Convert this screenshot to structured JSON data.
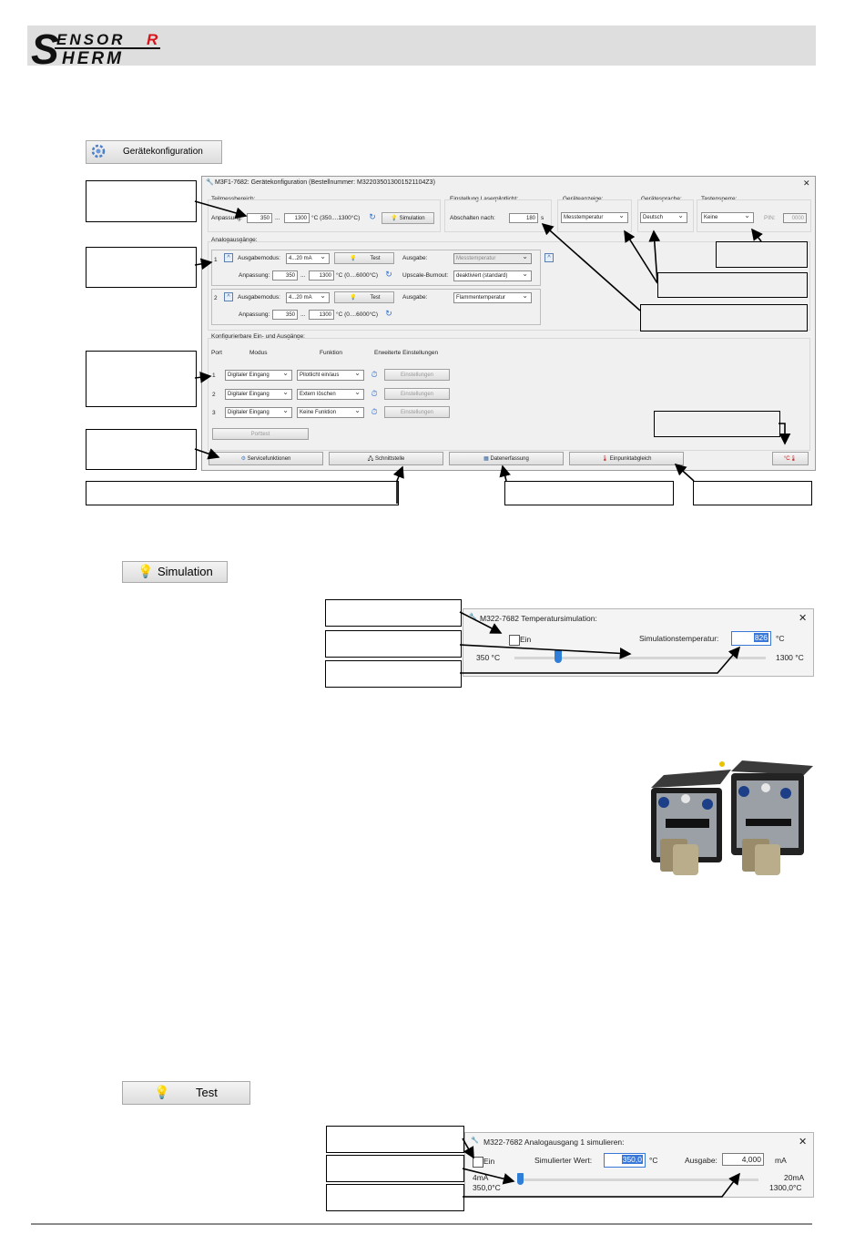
{
  "logo": {
    "line1": "ENSOR",
    "line2": "HERM",
    "initial": "S",
    "accent_letter": "R",
    "accent_color": "#d7161c"
  },
  "geraetekonfiguration_button": {
    "label": "Gerätekonfiguration",
    "icon": "gear-icon"
  },
  "config_window": {
    "title": "M3F1-7682: Gerätekonfiguration (Bestellnummer: M322035013001521104Z3)",
    "close": "✕",
    "teilmessbereich": {
      "group": "Teilmessbereich:",
      "label": "Anpassung:",
      "from": "350",
      "sep": "...",
      "to": "1300",
      "range": "°C (350....1300°C)",
      "simulation": "Simulation"
    },
    "laserpilotlicht": {
      "group": "Einstellung Laserpilotlicht:",
      "label": "Abschalten nach:",
      "value": "180",
      "unit": "s"
    },
    "geraeteanzeige": {
      "group": "Geräteanzeige:",
      "value": "Messtemperatur"
    },
    "geraetesprache": {
      "group": "Gerätesprache:",
      "value": "Deutsch"
    },
    "tastensperre": {
      "group": "Tastensperre:",
      "value": "Keine",
      "pin_label": "PIN:",
      "pin_value": "0000"
    },
    "analog": {
      "group": "Analogausgänge:",
      "outputs": [
        {
          "num": "1",
          "mode_label": "Ausgabemodus:",
          "mode": "4...20 mA",
          "test": "Test",
          "out_label": "Ausgabe:",
          "out": "Messtemperatur",
          "adj_label": "Anpassung:",
          "from": "350",
          "sep": "...",
          "to": "1300",
          "range": "°C (0....6000°C)",
          "burnout_label": "Upscale-Burnout:",
          "burnout": "deaktiviert (standard)"
        },
        {
          "num": "2",
          "mode_label": "Ausgabemodus:",
          "mode": "4...20 mA",
          "test": "Test",
          "out_label": "Ausgabe:",
          "out": "Flammentemperatur",
          "adj_label": "Anpassung:",
          "from": "350",
          "sep": "...",
          "to": "1300",
          "range": "°C (0....6000°C)"
        }
      ]
    },
    "io": {
      "group": "Konfigurierbare Ein- und Ausgänge:",
      "headers": [
        "Port",
        "Modus",
        "Funktion",
        "Erweiterte Einstellungen"
      ],
      "rows": [
        {
          "port": "1",
          "mode": "Digitaler Eingang",
          "func": "Pilotlicht ein/aus",
          "settings": "Einstellungen"
        },
        {
          "port": "2",
          "mode": "Digitaler Eingang",
          "func": "Extern löschen",
          "settings": "Einstellungen"
        },
        {
          "port": "3",
          "mode": "Digitaler Eingang",
          "func": "Keine Funktion",
          "settings": "Einstellungen"
        }
      ],
      "porttest": "Porttest"
    },
    "bottom_buttons": [
      "Servicefunktionen",
      "Schnittstelle",
      "Datenerfassung",
      "Einpunktabgleich"
    ],
    "unit_button": "°C"
  },
  "simulation_button": {
    "label": "Simulation"
  },
  "temp_sim_dialog": {
    "title": "M322-7682 Temperatursimulation:",
    "close": "✕",
    "checkbox": "Ein",
    "temp_label": "Simulationstemperatur:",
    "temp_value": "826",
    "unit": "°C",
    "min": "350  °C",
    "max": "1300  °C",
    "slider_level_fraction": 0.17
  },
  "test_button": {
    "label": "Test"
  },
  "analog_sim_dialog": {
    "title": "M322-7682 Analogausgang 1 simulieren:",
    "close": "✕",
    "checkbox": "Ein",
    "sim_label": "Simulierter Wert:",
    "sim_value": "350,0",
    "sim_unit": "°C",
    "out_label": "Ausgabe:",
    "out_value": "4,000",
    "out_unit": "mA",
    "min_top": "4mA",
    "min_bottom": "350,0°C",
    "max_top": "20mA",
    "max_bottom": "1300,0°C",
    "slider_level_fraction": 0.0
  }
}
